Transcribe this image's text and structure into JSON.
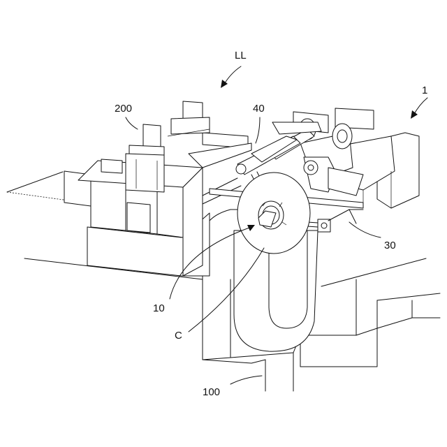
{
  "labels": {
    "ll": "LL",
    "device": "1",
    "sub_unit": "200",
    "part_40": "40",
    "part_30": "30",
    "part_10": "10",
    "coil": "C",
    "base": "100"
  }
}
